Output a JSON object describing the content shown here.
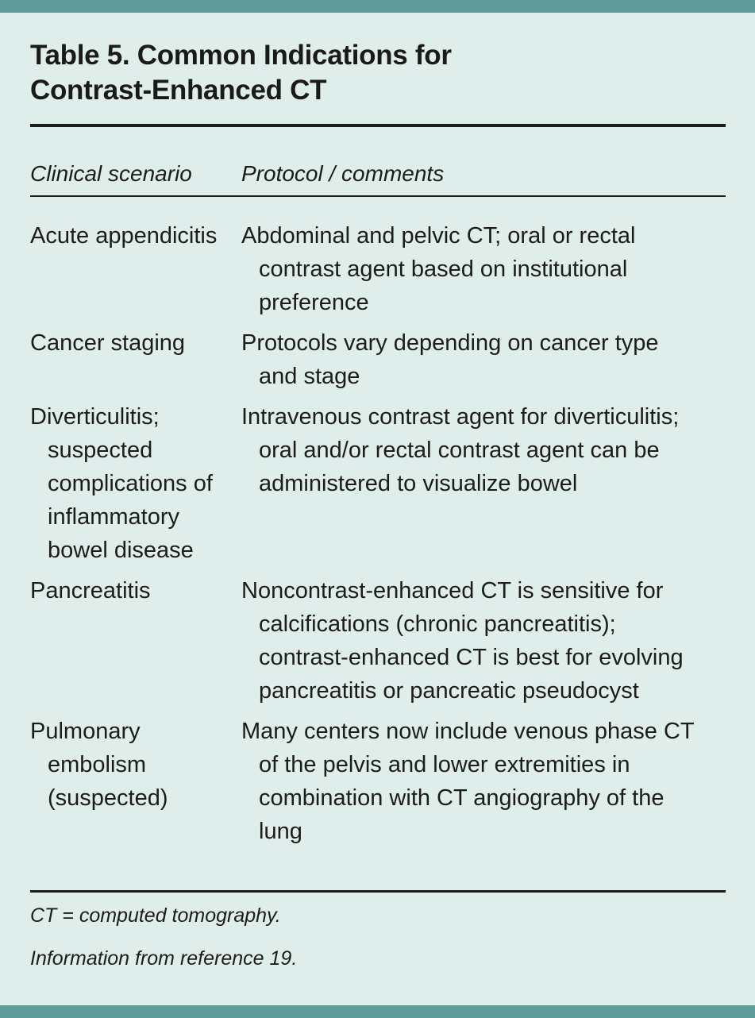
{
  "colors": {
    "band": "#5f9c9b",
    "background": "#dfeeea",
    "rule": "#1c1c1c",
    "text": "#1c1c1c"
  },
  "table": {
    "title_line1": "Table 5. Common Indications for",
    "title_line2": "Contrast-Enhanced CT",
    "headers": {
      "scenario": "Clinical scenario",
      "protocol": "Protocol / comments"
    },
    "rows": [
      {
        "scenario": "Acute appendicitis",
        "protocol": "Abdominal and pelvic CT; oral or rectal contrast agent based on institutional preference"
      },
      {
        "scenario": "Cancer staging",
        "protocol": "Protocols vary depending on cancer type and stage"
      },
      {
        "scenario": "Diverticulitis; suspected complications of inflammatory bowel disease",
        "protocol": "Intravenous contrast agent for diverticulitis; oral and/or rectal contrast agent can be administered to visualize bowel"
      },
      {
        "scenario": "Pancreatitis",
        "protocol": "Noncontrast-enhanced CT is sensitive for calcifications (chronic pancreatitis); contrast-enhanced CT is best for evolving pancreatitis or pancreatic pseudocyst"
      },
      {
        "scenario": "Pulmonary embolism (suspected)",
        "protocol": "Many centers now include venous phase CT of the pelvis and lower extremities in combination with CT angiography of the lung"
      }
    ],
    "footnotes": [
      "CT = computed tomography.",
      "Information from reference 19."
    ]
  }
}
